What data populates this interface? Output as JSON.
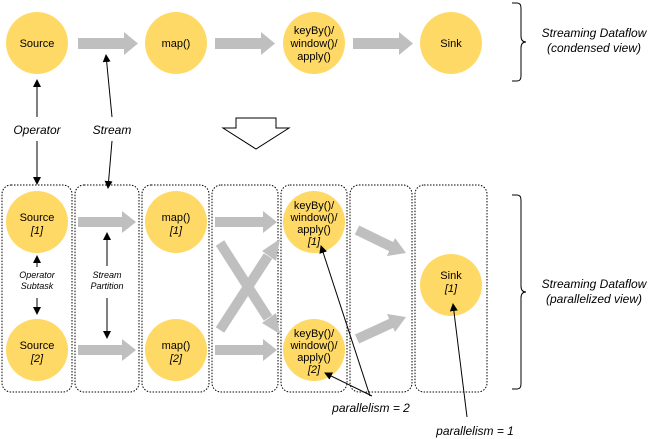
{
  "condensed": {
    "nodes": [
      "Source",
      "map()",
      "keyBy()/",
      "window()/",
      "apply()",
      "Sink"
    ],
    "view_label_1": "Streaming Dataflow",
    "view_label_2": "(condensed view)"
  },
  "annotations": {
    "operator": "Operator",
    "stream": "Stream",
    "operator_subtask_1": "Operator",
    "operator_subtask_2": "Subtask",
    "stream_partition_1": "Stream",
    "stream_partition_2": "Partition",
    "parallelism_2": "parallelism = 2",
    "parallelism_1": "parallelism = 1"
  },
  "parallel": {
    "source": "Source",
    "source_idx_1": "[1]",
    "source_idx_2": "[2]",
    "map": "map()",
    "map_idx_1": "[1]",
    "map_idx_2": "[2]",
    "key_line1": "keyBy()/",
    "key_line2": "window()/",
    "key_line3": "apply()",
    "key_idx_1": "[1]",
    "key_idx_2": "[2]",
    "sink": "Sink",
    "sink_idx_1": "[1]",
    "view_label_1": "Streaming Dataflow",
    "view_label_2": "(parallelized view)"
  },
  "colors": {
    "node_fill": "#FFD966",
    "arrow_gray": "#BFBFBF",
    "line": "#000000"
  }
}
